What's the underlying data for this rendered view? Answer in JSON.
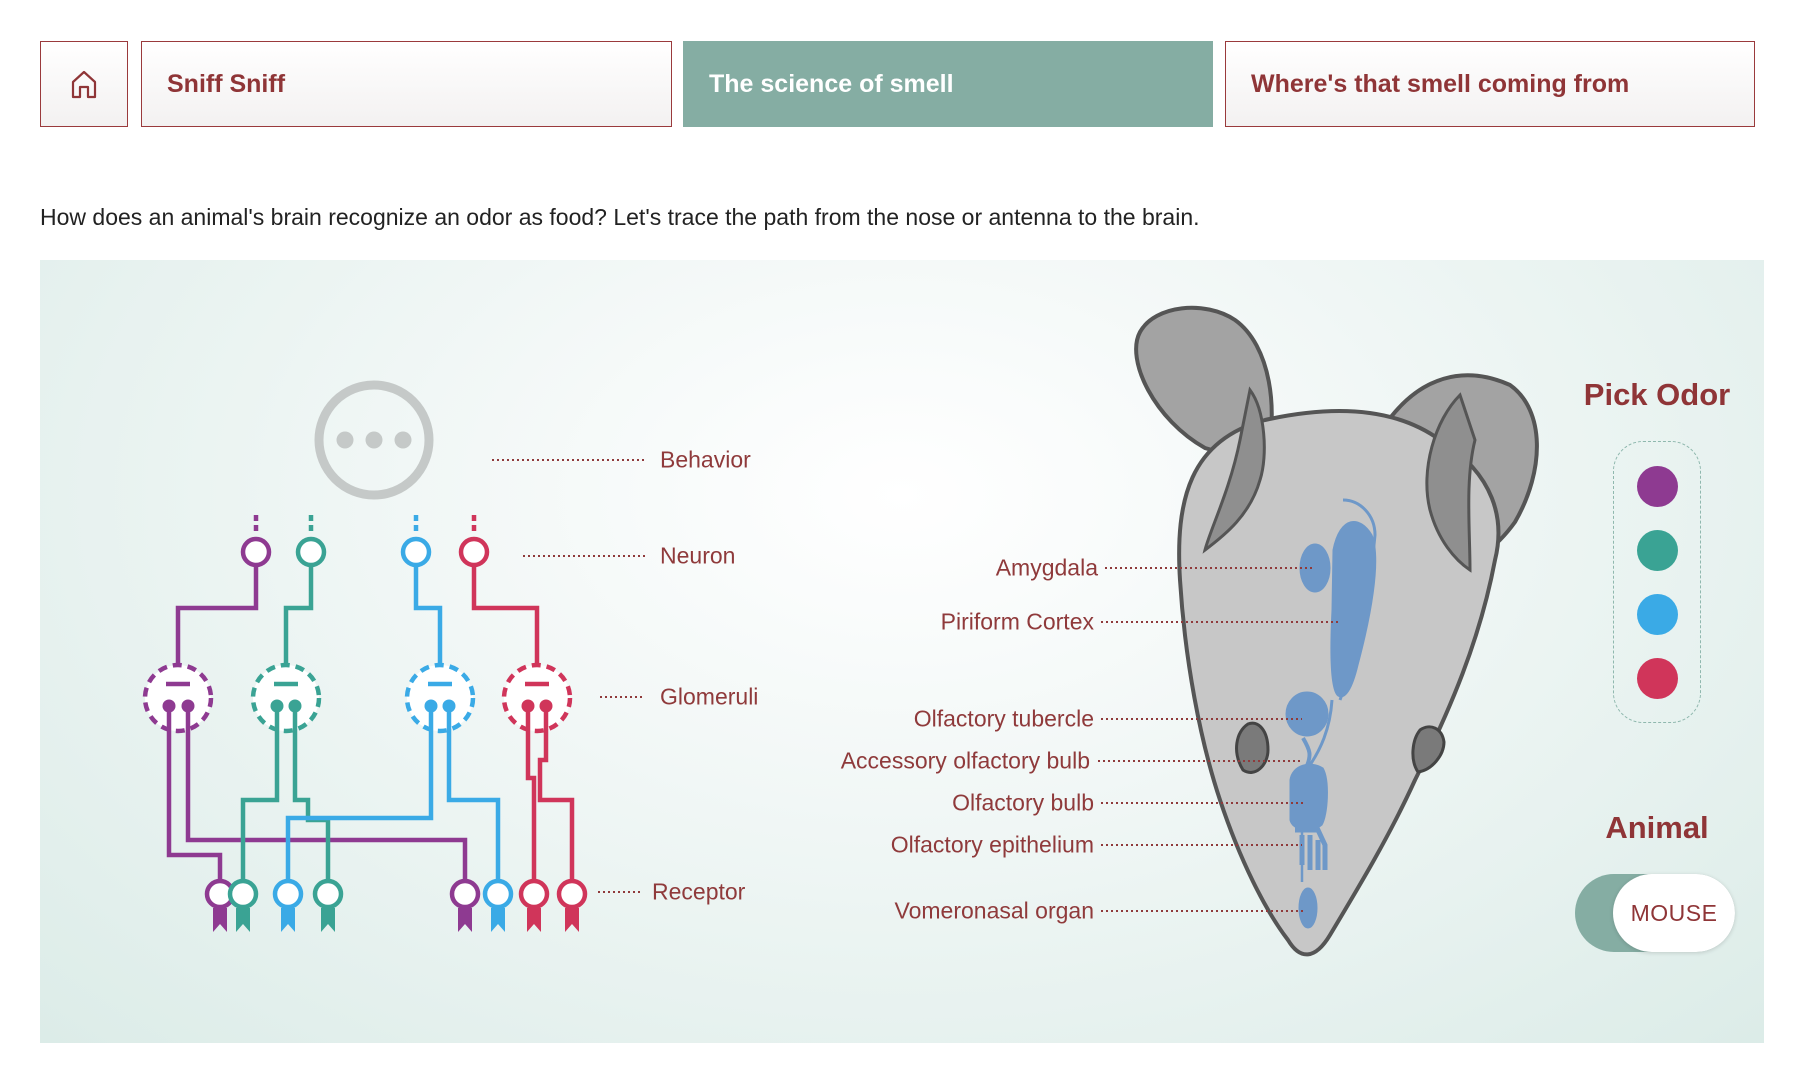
{
  "nav": {
    "home_icon": "home-icon",
    "tabs": [
      {
        "label": "Sniff Sniff"
      },
      {
        "label": "The science of smell",
        "active": true
      },
      {
        "label": "Where's that smell coming from"
      }
    ]
  },
  "intro_text": "How does an animal's brain recognize an odor as food? Let's trace the path from the nose or antenna to the brain.",
  "pathway": {
    "labels": {
      "behavior": "Behavior",
      "neuron": "Neuron",
      "glomeruli": "Glomeruli",
      "receptor": "Receptor"
    },
    "behavior_icon": "ellipsis-icon",
    "colors": [
      "#8e3a91",
      "#3aa394",
      "#3aaae6",
      "#d0355a"
    ]
  },
  "brain": {
    "labels": {
      "amygdala": "Amygdala",
      "piriform_cortex": "Piriform Cortex",
      "olfactory_tubercle": "Olfactory tubercle",
      "accessory_olfactory_bulb": "Accessory olfactory bulb",
      "olfactory_bulb": "Olfactory bulb",
      "olfactory_epithelium": "Olfactory epithelium",
      "vomeronasal_organ": "Vomeronasal organ"
    }
  },
  "pick_odor": {
    "title": "Pick Odor",
    "odors": [
      {
        "color": "#8e3a91"
      },
      {
        "color": "#3aa394"
      },
      {
        "color": "#3aaae6"
      },
      {
        "color": "#d0355a"
      }
    ]
  },
  "animal": {
    "title": "Animal",
    "toggle_label": "MOUSE"
  },
  "theme": {
    "accent": "#8f3537",
    "active_tab": "#85ada3"
  }
}
